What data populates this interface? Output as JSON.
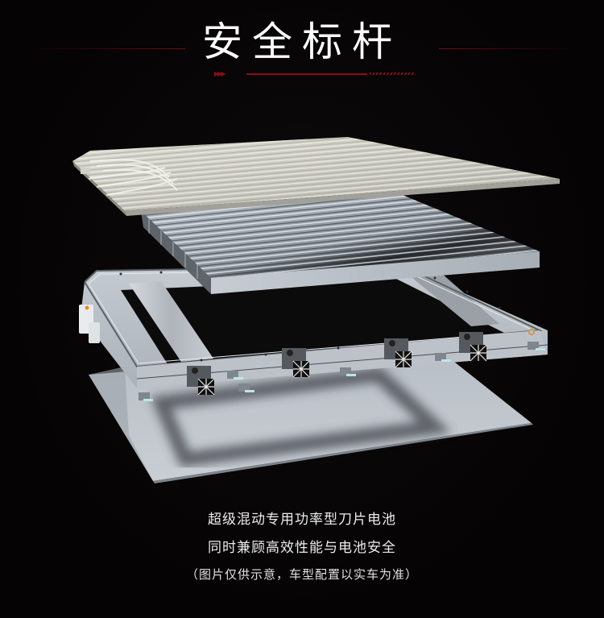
{
  "header": {
    "title": "安全标杆",
    "accent_color": "#8a0f1c",
    "arrows_glyph": "▶▶▶"
  },
  "illustration": {
    "label": "exploded battery pack illustration",
    "layers": [
      "cooling-plate",
      "blade-battery-module",
      "pack-frame",
      "bottom-tray"
    ]
  },
  "captions": {
    "line1": "超级混动专用功率型刀片电池",
    "line2": "同时兼顾高效性能与电池安全",
    "line3": "（图片仅供示意，车型配置以实车为准）"
  }
}
